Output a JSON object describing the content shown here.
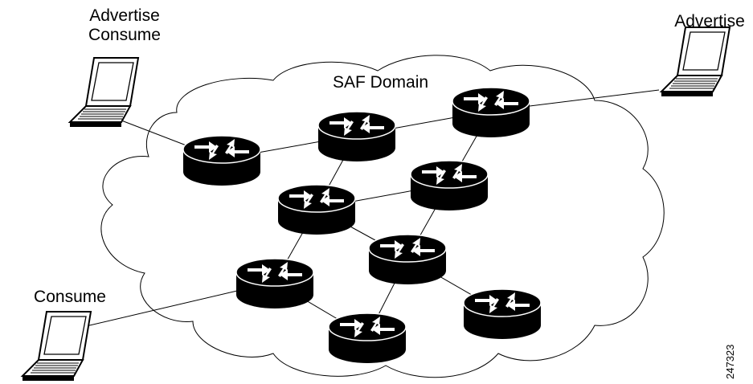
{
  "diagram": {
    "domain_label": "SAF Domain",
    "figure_id": "247323",
    "colors": {
      "router": "#000000",
      "arrow": "#ffffff",
      "line": "#000000",
      "background": "#ffffff"
    },
    "clients": [
      {
        "id": "top-left-laptop",
        "icon": "laptop-icon",
        "lines": [
          "Advertise",
          "Consume"
        ]
      },
      {
        "id": "top-right-laptop",
        "icon": "laptop-icon",
        "lines": [
          "Advertise"
        ]
      },
      {
        "id": "bottom-left-laptop",
        "icon": "laptop-icon",
        "lines": [
          "Consume"
        ]
      }
    ],
    "routers": [
      {
        "id": "r1",
        "icon": "router-icon"
      },
      {
        "id": "r2",
        "icon": "router-icon"
      },
      {
        "id": "r3",
        "icon": "router-icon"
      },
      {
        "id": "r4",
        "icon": "router-icon"
      },
      {
        "id": "r5",
        "icon": "router-icon"
      },
      {
        "id": "r6",
        "icon": "router-icon"
      },
      {
        "id": "r7",
        "icon": "router-icon"
      },
      {
        "id": "r8",
        "icon": "router-icon"
      },
      {
        "id": "r9",
        "icon": "router-icon"
      },
      {
        "id": "r10",
        "icon": "router-icon"
      }
    ],
    "links": [
      [
        "top-left-laptop",
        "r1"
      ],
      [
        "top-right-laptop",
        "r3"
      ],
      [
        "bottom-left-laptop",
        "r6"
      ],
      [
        "r1",
        "r2"
      ],
      [
        "r2",
        "r3"
      ],
      [
        "r2",
        "r4"
      ],
      [
        "r3",
        "r5"
      ],
      [
        "r4",
        "r5"
      ],
      [
        "r4",
        "r7"
      ],
      [
        "r5",
        "r7"
      ],
      [
        "r4",
        "r6"
      ],
      [
        "r6",
        "r8"
      ],
      [
        "r7",
        "r8"
      ],
      [
        "r7",
        "r9"
      ]
    ]
  }
}
